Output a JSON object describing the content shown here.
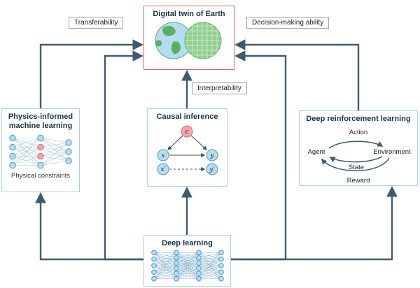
{
  "colors": {
    "arrow": "#3e5a70",
    "box_border": "#a9d2e6",
    "red_border": "#e4606a",
    "node_fill": "#b9dcf2",
    "node_stroke": "#5596c4",
    "pink_fill": "#f2a6ae",
    "pink_stroke": "#dd6872",
    "title": "#17344a"
  },
  "labels": {
    "transferability": "Transferability",
    "decision": "Decision-making ability",
    "interpretability": "Interpretability"
  },
  "digital_twin": {
    "title": "Digital twin of Earth"
  },
  "physics": {
    "title": "Physics-informed machine learning",
    "caption": "Physical constraints"
  },
  "causal": {
    "title": "Causal inference",
    "nodes": {
      "c": "c",
      "x": "x",
      "y": "y",
      "x2": "x′",
      "y2": "y′"
    }
  },
  "rl": {
    "title": "Deep reinforcement learning",
    "action": "Action",
    "agent": "Agent",
    "environment": "Environment",
    "state": "State",
    "reward": "Reward"
  },
  "deep_learning": {
    "title": "Deep learning"
  },
  "illustrations": {
    "earth": "two-overlapping-globes",
    "physics": "neural-network-with-constrained-nodes",
    "causal": "causal-graph",
    "rl": "agent-environment-loop",
    "deep_learning": "neural-network"
  }
}
